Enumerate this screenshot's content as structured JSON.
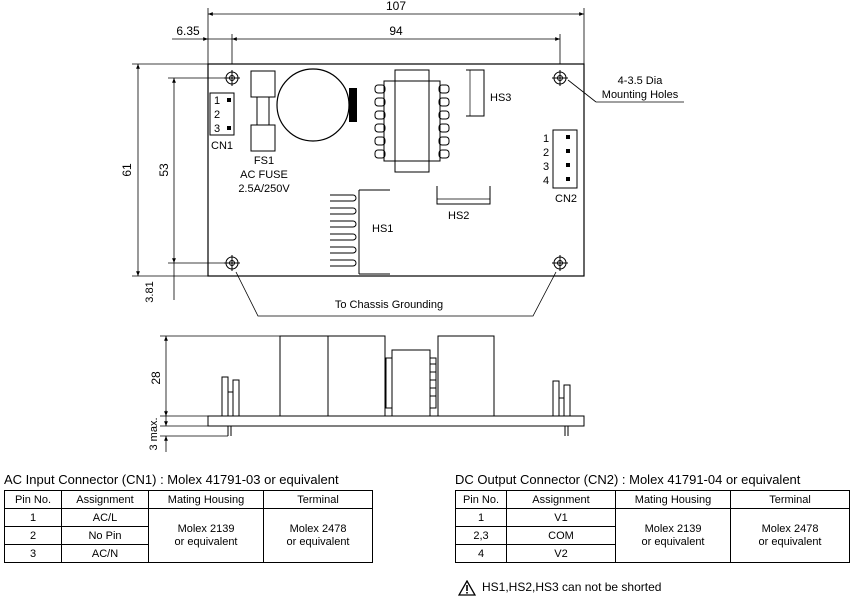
{
  "dims": {
    "width_total": "107",
    "offset_left": "6.35",
    "hole_span_x": "94",
    "height_total": "61",
    "hole_span_y": "53",
    "offset_bottom": "3.81",
    "side_height": "28",
    "pin_height": "3 max."
  },
  "labels": {
    "mounting_holes_line1": "4-3.5 Dia",
    "mounting_holes_line2": "Mounting Holes",
    "chassis_ground": "To Chassis Grounding",
    "fs1": "FS1",
    "ac_fuse": "AC FUSE",
    "fuse_rating": "2.5A/250V",
    "cn1": "CN1",
    "cn2": "CN2",
    "hs1": "HS1",
    "hs2": "HS2",
    "hs3": "HS3",
    "cn1_pins": [
      "1",
      "2",
      "3"
    ],
    "cn2_pins": [
      "1",
      "2",
      "3",
      "4"
    ]
  },
  "ac_table": {
    "title": "AC Input Connector (CN1) : Molex 41791-03  or equivalent",
    "headers": [
      "Pin No.",
      "Assignment",
      "Mating Housing",
      "Terminal"
    ],
    "rows": [
      {
        "pin": "1",
        "assignment": "AC/L"
      },
      {
        "pin": "2",
        "assignment": "No Pin"
      },
      {
        "pin": "3",
        "assignment": "AC/N"
      }
    ],
    "housing_line1": "Molex 2139",
    "housing_line2": "or equivalent",
    "terminal_line1": "Molex 2478",
    "terminal_line2": "or equivalent"
  },
  "dc_table": {
    "title": "DC Output Connector (CN2) : Molex 41791-04 or equivalent",
    "headers": [
      "Pin No.",
      "Assignment",
      "Mating Housing",
      "Terminal"
    ],
    "rows": [
      {
        "pin": "1",
        "assignment": "V1"
      },
      {
        "pin": "2,3",
        "assignment": "COM"
      },
      {
        "pin": "4",
        "assignment": "V2"
      }
    ],
    "housing_line1": "Molex 2139",
    "housing_line2": "or equivalent",
    "terminal_line1": "Molex 2478",
    "terminal_line2": "or equivalent"
  },
  "warning": "HS1,HS2,HS3 can not be shorted",
  "warning_icon": "warning-triangle-icon"
}
